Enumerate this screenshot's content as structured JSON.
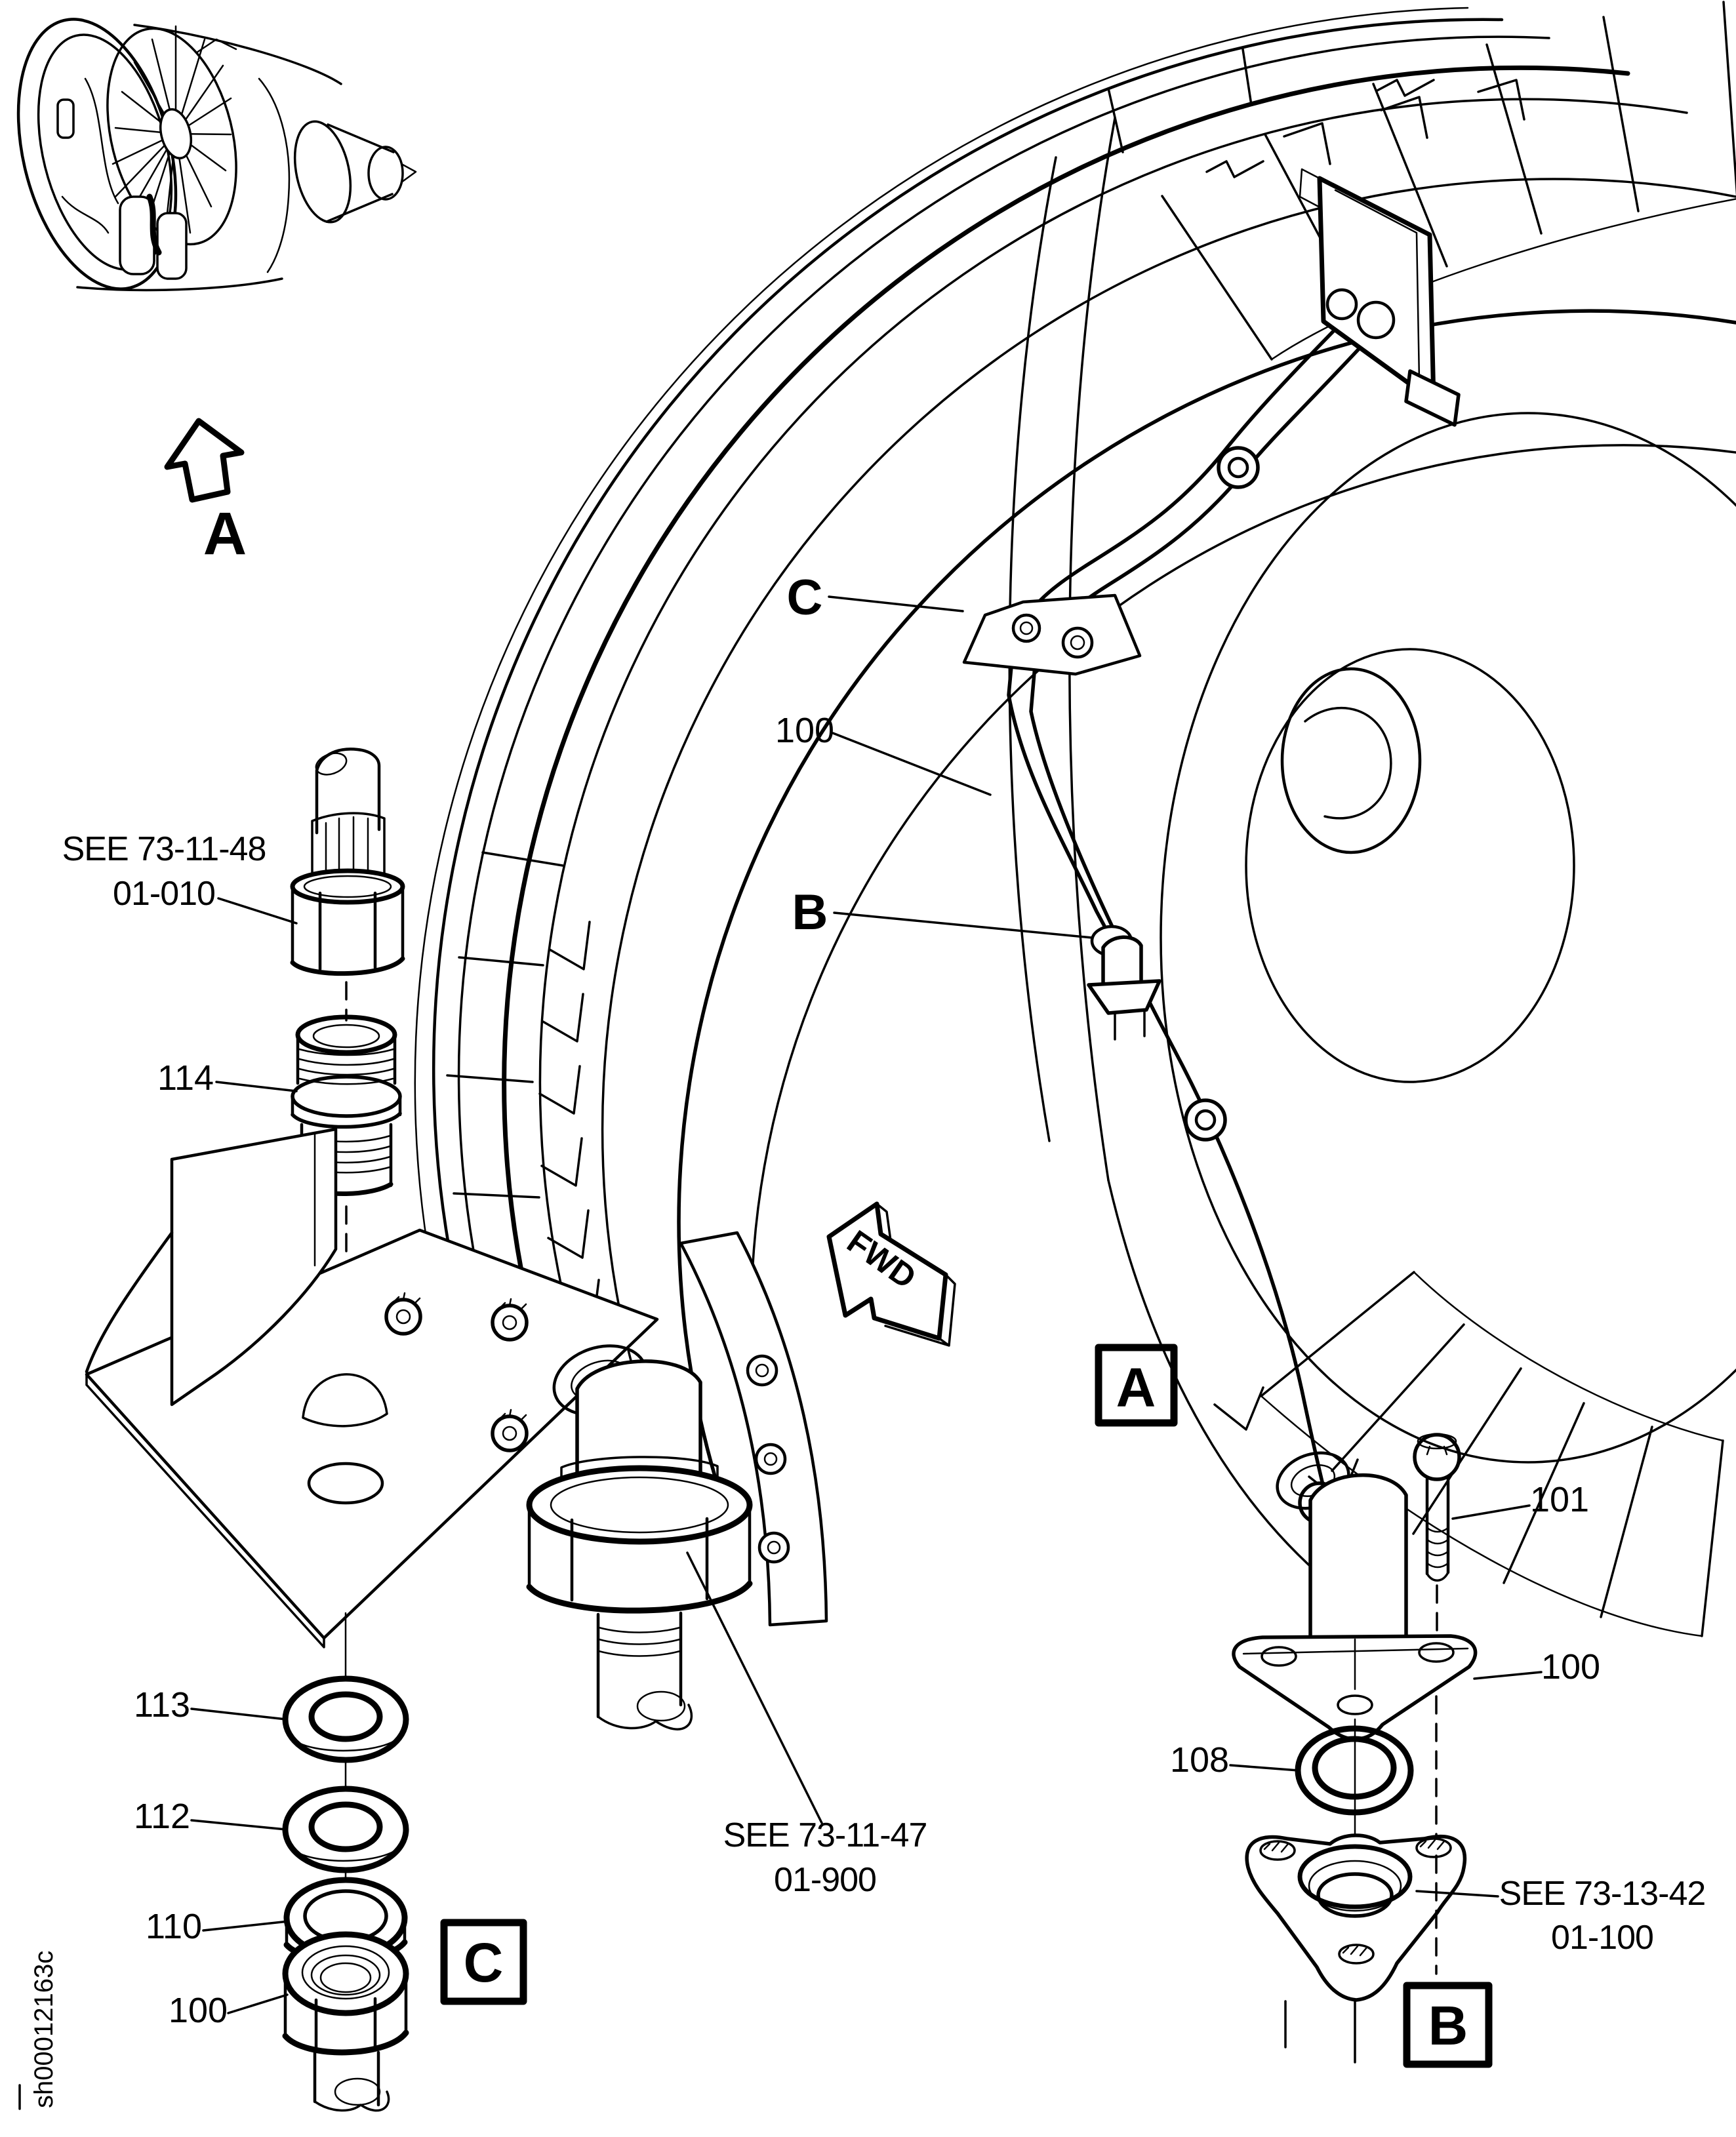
{
  "figure": {
    "sheet_code": "sh00012163c",
    "colors": {
      "ink": "#000000",
      "background": "#ffffff"
    },
    "overview": {
      "view_arrow_label": "A"
    },
    "engine_view": {
      "box_label": "A",
      "fwd_label": "FWD",
      "callout_clamp": "C",
      "callout_tube": "100",
      "callout_transmitter": "B"
    },
    "detail_c": {
      "box_label": "C",
      "ref_sensor": {
        "line1": "SEE 73-11-48",
        "line2": "01-010"
      },
      "ref_bracket": {
        "line1": "SEE 73-11-47",
        "line2": "01-900"
      },
      "item_union_nipple": "114",
      "item_washer_upper": "113",
      "item_washer_lower": "112",
      "item_nut": "110",
      "item_tube_nut": "100"
    },
    "detail_b": {
      "box_label": "B",
      "item_bolt": "101",
      "item_transmitter": "100",
      "item_packing": "108",
      "ref_boss": {
        "line1": "SEE 73-13-42",
        "line2": "01-100"
      }
    }
  }
}
